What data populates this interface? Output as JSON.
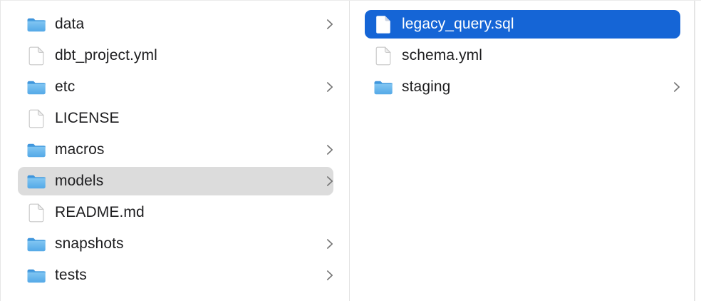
{
  "window": {
    "kind": "finder-column-view"
  },
  "colors": {
    "selection_blue": "#1565d6",
    "selection_gray": "#dcdcdc",
    "text": "#1d1d1f",
    "selected_text": "#ffffff",
    "divider": "#e3e3e3",
    "chevron": "#757575",
    "folder_blue_top": "#85c8f3",
    "folder_blue_bottom": "#55a9e7",
    "folder_tab": "#3e94dc"
  },
  "icons": {
    "folder": "folder-icon",
    "file": "document-icon",
    "chevron": "chevron-right-icon"
  },
  "columns": [
    {
      "name": "left-column",
      "items": [
        {
          "label": "data",
          "type": "folder",
          "chevron": true,
          "selected": null
        },
        {
          "label": "dbt_project.yml",
          "type": "file",
          "chevron": false,
          "selected": null
        },
        {
          "label": "etc",
          "type": "folder",
          "chevron": true,
          "selected": null
        },
        {
          "label": "LICENSE",
          "type": "file",
          "chevron": false,
          "selected": null
        },
        {
          "label": "macros",
          "type": "folder",
          "chevron": true,
          "selected": null
        },
        {
          "label": "models",
          "type": "folder",
          "chevron": true,
          "selected": "gray"
        },
        {
          "label": "README.md",
          "type": "file",
          "chevron": false,
          "selected": null
        },
        {
          "label": "snapshots",
          "type": "folder",
          "chevron": true,
          "selected": null
        },
        {
          "label": "tests",
          "type": "folder",
          "chevron": true,
          "selected": null
        }
      ]
    },
    {
      "name": "right-column",
      "items": [
        {
          "label": "legacy_query.sql",
          "type": "file",
          "chevron": false,
          "selected": "blue"
        },
        {
          "label": "schema.yml",
          "type": "file",
          "chevron": false,
          "selected": null
        },
        {
          "label": "staging",
          "type": "folder",
          "chevron": true,
          "selected": null
        }
      ]
    }
  ]
}
